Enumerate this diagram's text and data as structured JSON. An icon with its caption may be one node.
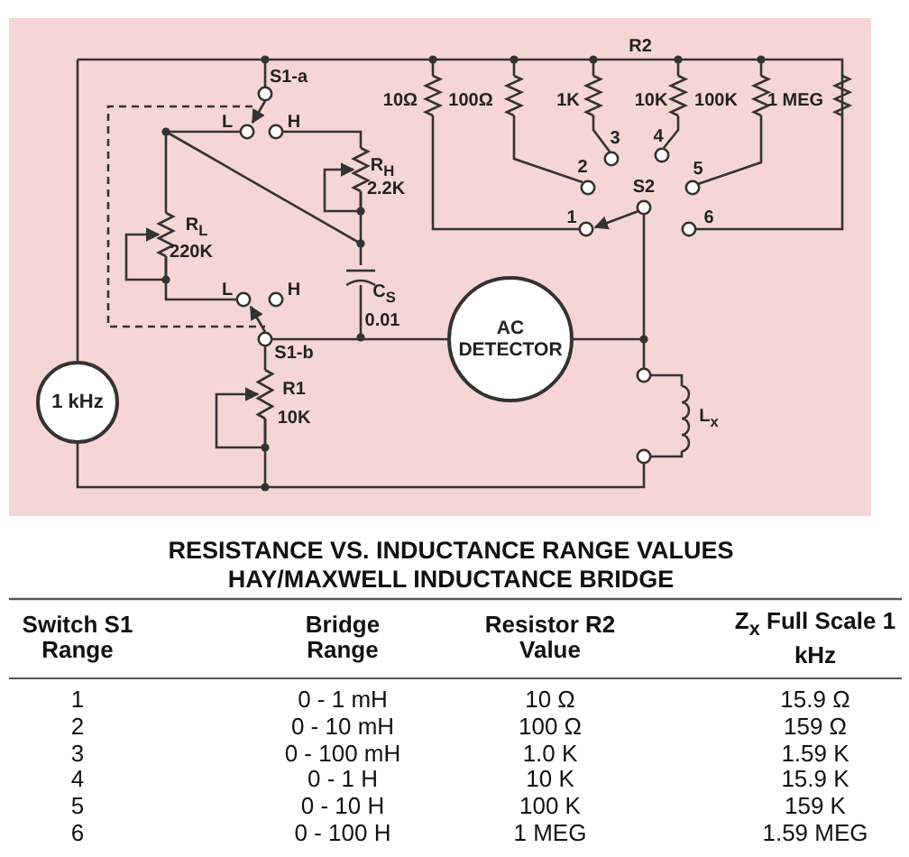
{
  "diagram": {
    "nodes": [
      {
        "text": [
          "1 kHz"
        ]
      },
      {
        "text": [
          "AC DETECTOR"
        ]
      }
    ],
    "labels": [
      "S1-a",
      "L",
      "H",
      "R$_{H}$",
      "2.2K",
      "R$_{L}$",
      "220K",
      "L",
      "H",
      "C$_{S}$",
      "0.01",
      "S1-b",
      "R1",
      "10K",
      "R2",
      "10Ω",
      "100Ω",
      "1K",
      "10K",
      "100K",
      "1 MEG",
      "3",
      "4",
      "2",
      "5",
      "S2",
      "1",
      "6",
      "L$_{x}$",
      "RESISTANCE VS. INDUCTANCE RANGE VALUES",
      "HAY/MAXWELL INDUCTANCE BRIDGE",
      "Switch S1 Range",
      "Bridge Range",
      "Resistor R2 Value",
      "Z$_{x}$ Full Scale 1 kHz",
      "1",
      "0 - 1 mH",
      "10 Ω",
      "15.9 Ω",
      "2",
      "0 - 10 mH",
      "100 Ω",
      "159 Ω",
      "3",
      "0 - 100 mH",
      "1.0 K",
      "1.59 K",
      "4",
      "0 - 1 H",
      "10 K",
      "15.9 K",
      "5",
      "0 - 10 H",
      "100 K",
      "159 K",
      "6",
      "0 - 100 H",
      "1 MEG",
      "1.59 MEG"
    ]
  }
}
